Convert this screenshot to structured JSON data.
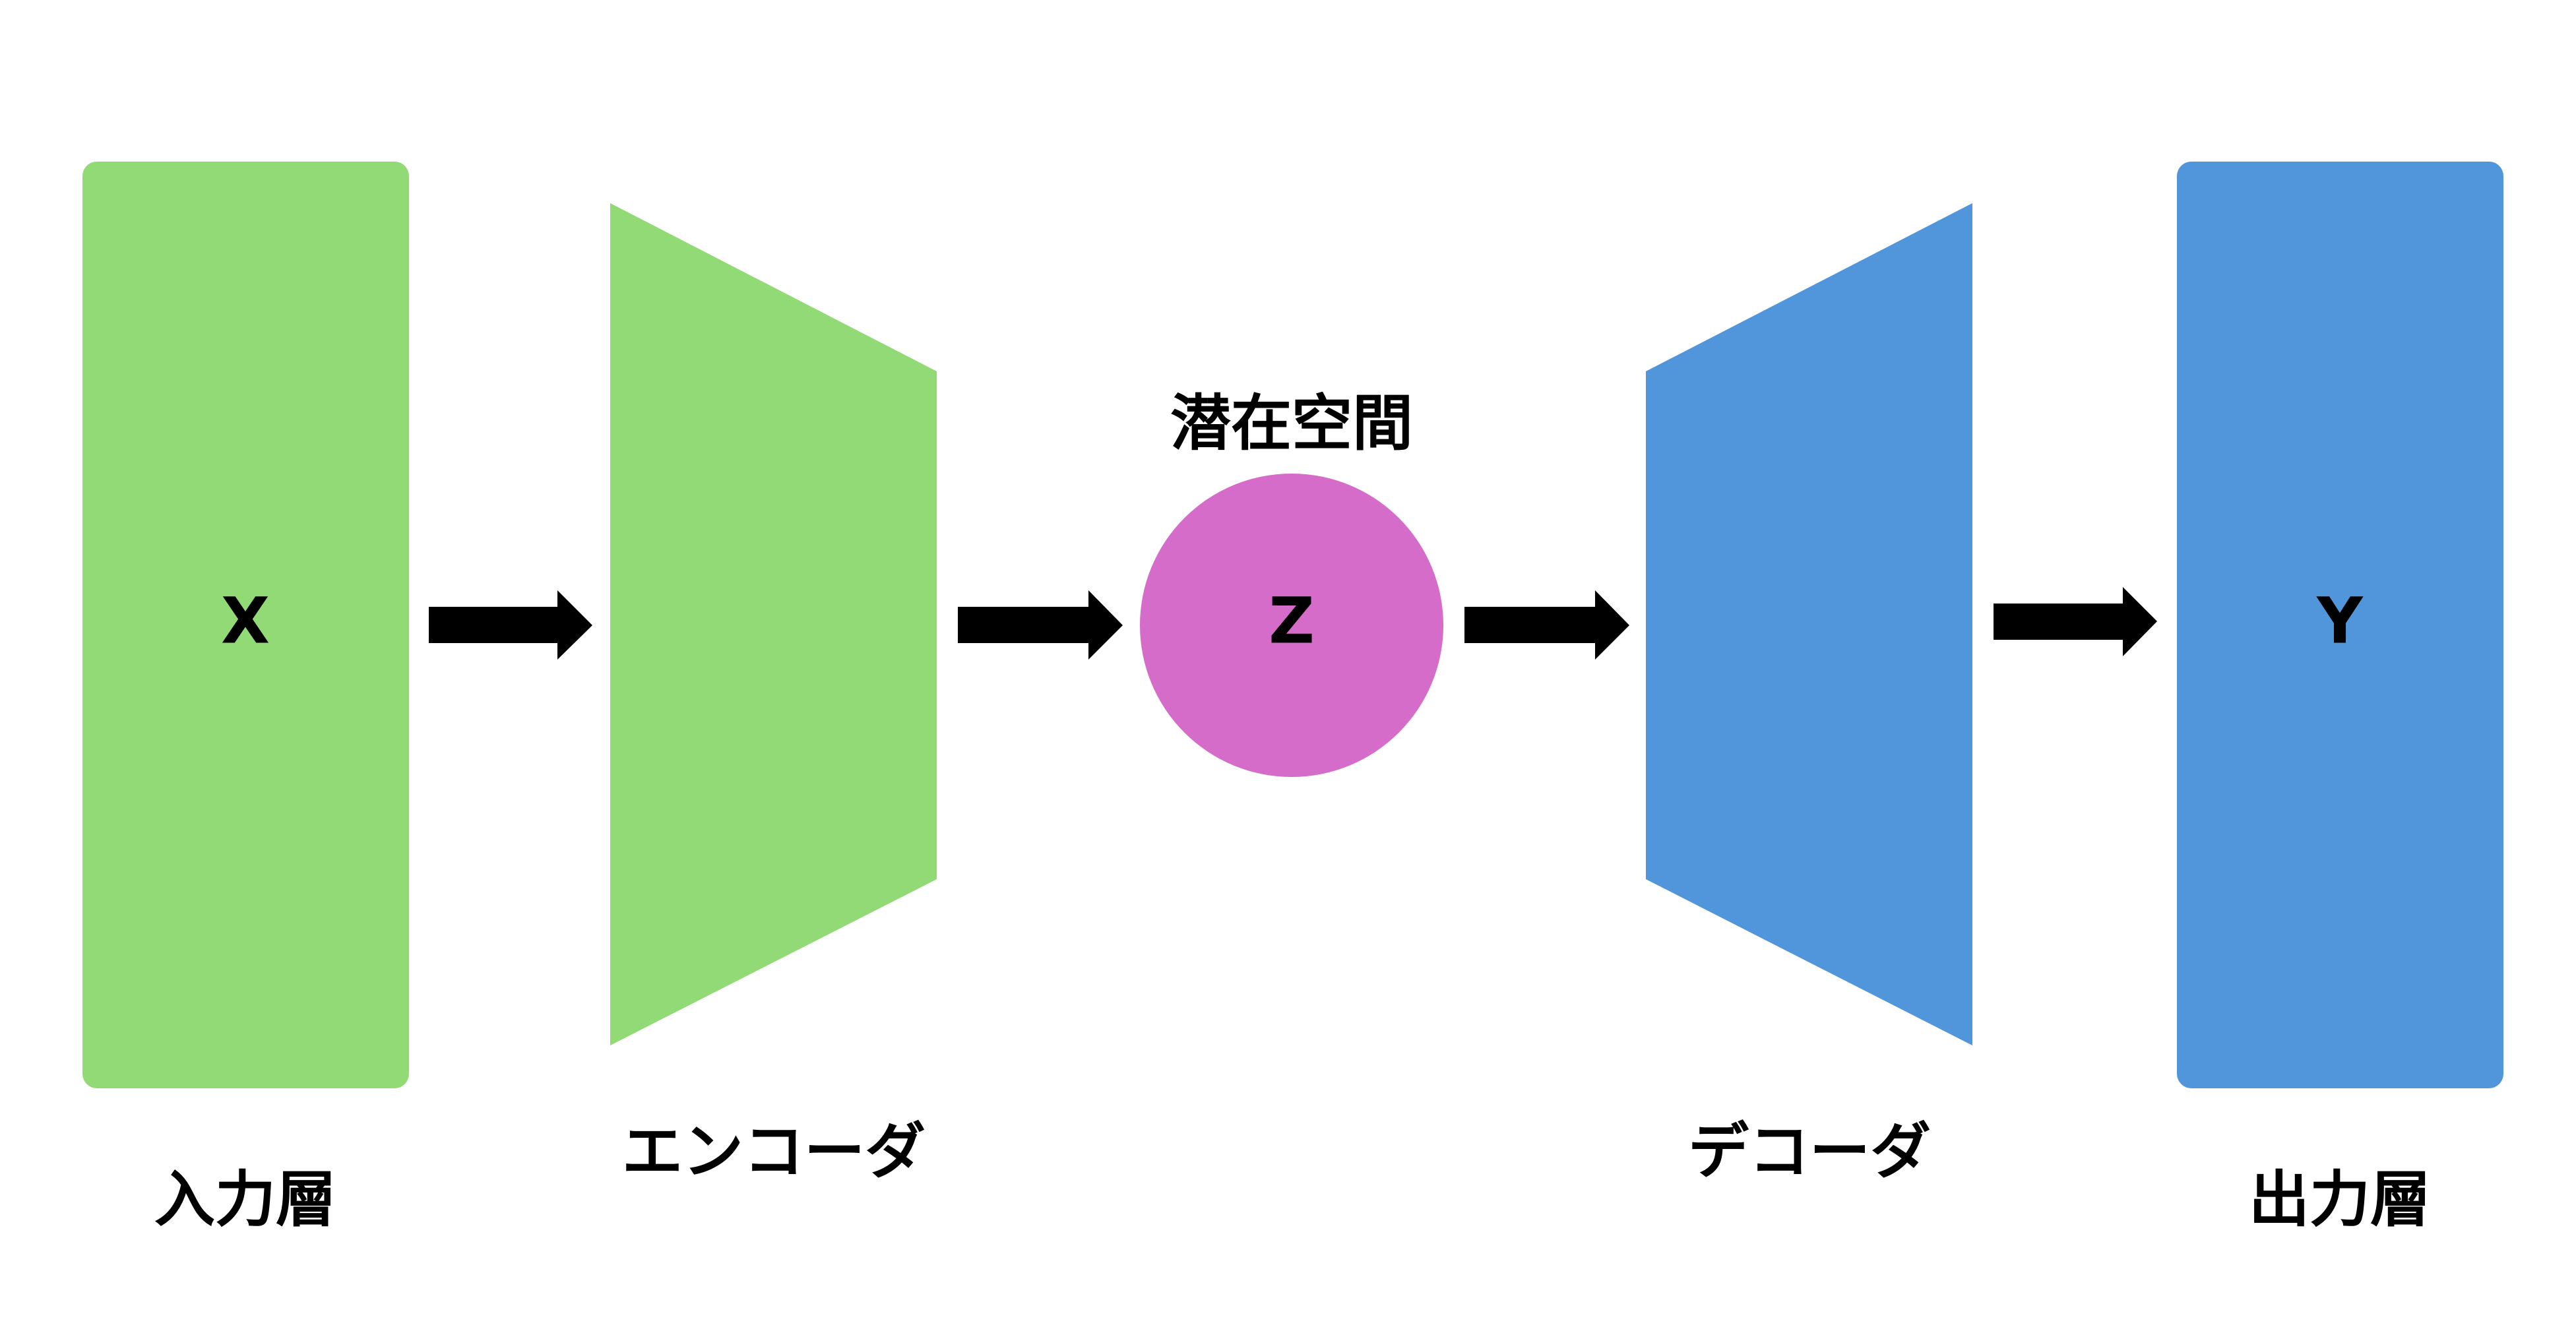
{
  "colors": {
    "encoder_green": "#91DA75",
    "decoder_blue": "#5196DA",
    "latent_pink": "#D66CC9",
    "arrow": "#000000",
    "background": "#FFFFFF"
  },
  "nodes": {
    "input": {
      "symbol": "X",
      "caption": "入力層"
    },
    "encoder": {
      "caption": "エンコーダ"
    },
    "latent": {
      "symbol": "Z",
      "caption": "潜在空間"
    },
    "decoder": {
      "caption": "デコーダ"
    },
    "output": {
      "symbol": "Y",
      "caption": "出力層"
    }
  },
  "edges": [
    {
      "from": "input",
      "to": "encoder"
    },
    {
      "from": "encoder",
      "to": "latent"
    },
    {
      "from": "latent",
      "to": "decoder"
    },
    {
      "from": "decoder",
      "to": "output"
    }
  ]
}
